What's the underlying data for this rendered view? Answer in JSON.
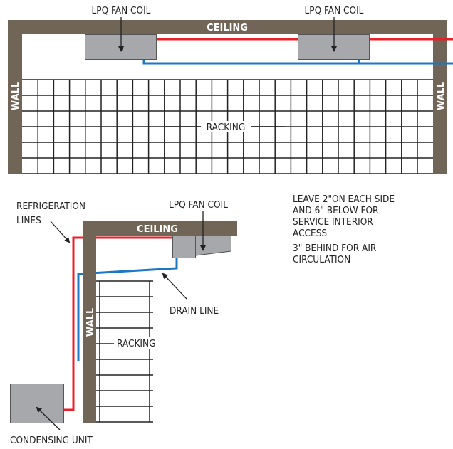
{
  "colors": {
    "structure": "#716557",
    "unit": "#a7a8ab",
    "refrigeration": "#e8202a",
    "drain": "#1f77c4",
    "ink": "#222222"
  },
  "top_view": {
    "ceiling_label": "CEILING",
    "left_wall_label": "WALL",
    "right_wall_label": "WALL",
    "fan_coil_1_label": "LPQ FAN COIL",
    "fan_coil_2_label": "LPQ FAN COIL",
    "racking_label": "RACKING"
  },
  "side_view": {
    "ceiling_label": "CEILING",
    "wall_label": "WALL",
    "fan_coil_label": "LPQ FAN COIL",
    "refrigeration_label_line1": "REFRIGERATION",
    "refrigeration_label_line2": "LINES",
    "drain_label": "DRAIN LINE",
    "racking_label": "RACKING",
    "condensing_label": "CONDENSING UNIT"
  },
  "notes": {
    "line1": "LEAVE 2\"ON EACH SIDE",
    "line2": "AND 6\" BELOW FOR",
    "line3": "SERVICE INTERIOR",
    "line4": "ACCESS",
    "line5": "3\" BEHIND FOR AIR",
    "line6": "CIRCULATION"
  }
}
